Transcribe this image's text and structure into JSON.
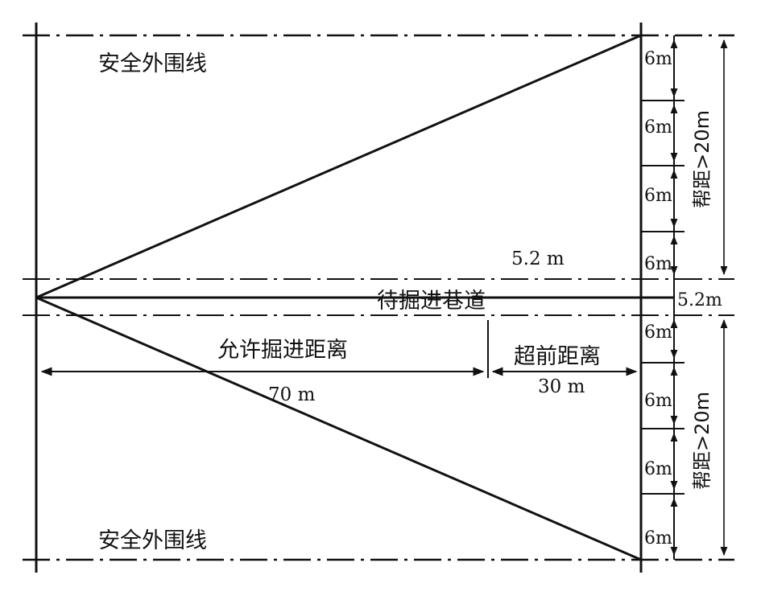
{
  "labels": {
    "safety_line_top": "安全外围线",
    "safety_line_bottom": "安全外围线",
    "roadway": "待掘进巷道",
    "allowed_distance": "允许掘进距离",
    "allowed_value": "70 m",
    "advance_distance": "超前距离",
    "advance_value": "30 m",
    "roadway_width_upper": "5.2 m",
    "roadway_width_right": "5.2m",
    "rib_distance_top": "帮距>20m",
    "rib_distance_bottom": "帮距>20m",
    "segments_top": [
      "6m",
      "6m",
      "6m",
      "6m"
    ],
    "segments_bottom": [
      "6m",
      "6m",
      "6m",
      "6m"
    ]
  },
  "colors": {
    "line": "#111111",
    "background": "#ffffff"
  }
}
